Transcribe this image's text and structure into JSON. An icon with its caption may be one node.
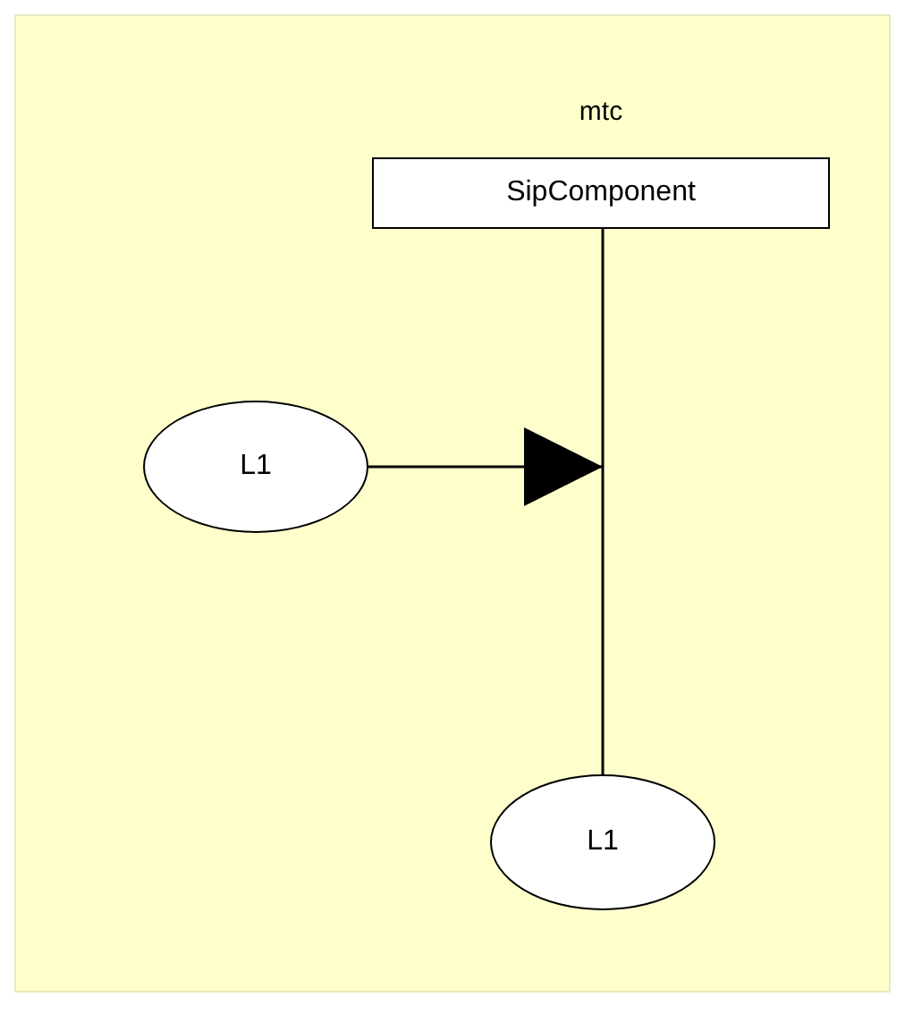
{
  "diagram": {
    "nodes": [
      {
        "text": [
          "SipComponent"
        ],
        "beside": [
          "mtc"
        ]
      },
      {
        "text": [
          "L1"
        ]
      },
      {
        "text": [
          "L1"
        ]
      }
    ],
    "edges": [
      {
        "from": 0,
        "to": 2,
        "arrow": "none"
      },
      {
        "from": 1,
        "to": null,
        "arrow": "to"
      }
    ]
  }
}
